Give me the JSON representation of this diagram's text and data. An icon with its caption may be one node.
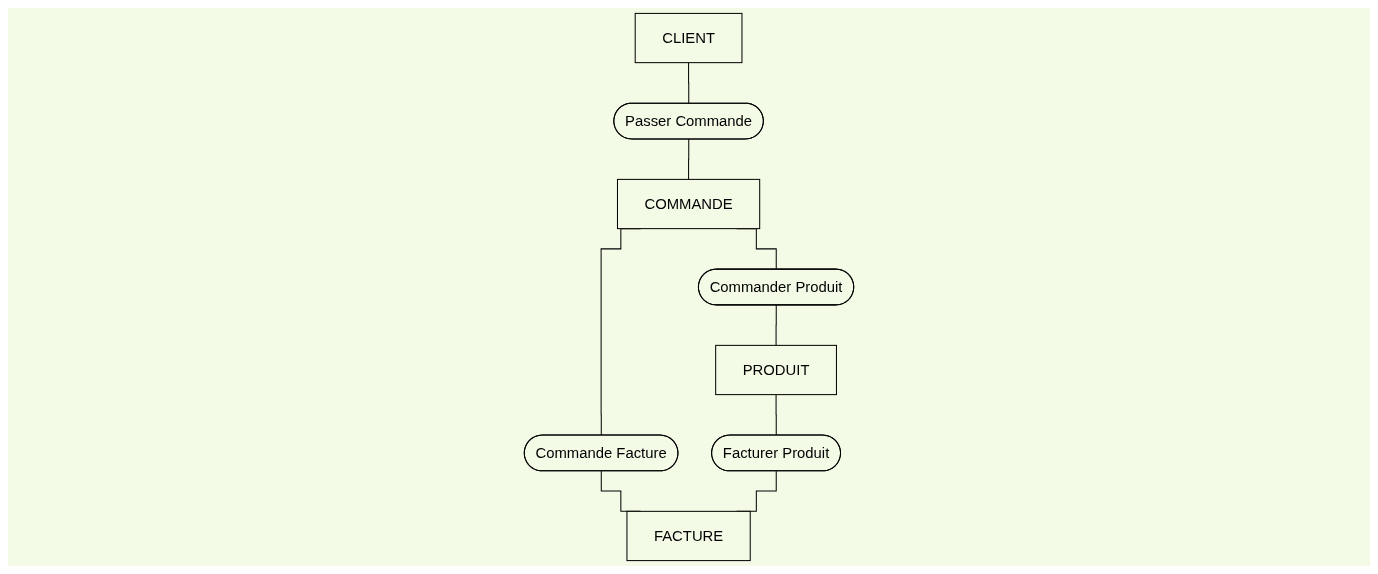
{
  "diagram": {
    "nodes": [
      {
        "text": [
          "Commande Facture"
        ]
      },
      {
        "text": [
          "CLIENT"
        ]
      },
      {
        "text": [
          "COMMANDE"
        ]
      },
      {
        "text": [
          "PRODUIT"
        ]
      },
      {
        "text": [
          "FACTURE"
        ]
      },
      {
        "text": [
          "Passer Commande"
        ]
      },
      {
        "text": [
          "Commander Produit"
        ]
      },
      {
        "text": [
          "Facturer Produit"
        ]
      }
    ],
    "edges": [
      {
        "from": 2,
        "to": 0,
        "arrow": "none"
      },
      {
        "from": 0,
        "to": 4,
        "arrow": "none"
      },
      {
        "from": 1,
        "to": 5,
        "arrow": "none"
      },
      {
        "from": 5,
        "to": 2,
        "arrow": "none"
      },
      {
        "from": 2,
        "to": 6,
        "arrow": "none"
      },
      {
        "from": 6,
        "to": 3,
        "arrow": "none"
      },
      {
        "from": 3,
        "to": 7,
        "arrow": "none"
      },
      {
        "from": 7,
        "to": 4,
        "arrow": "none"
      }
    ]
  }
}
